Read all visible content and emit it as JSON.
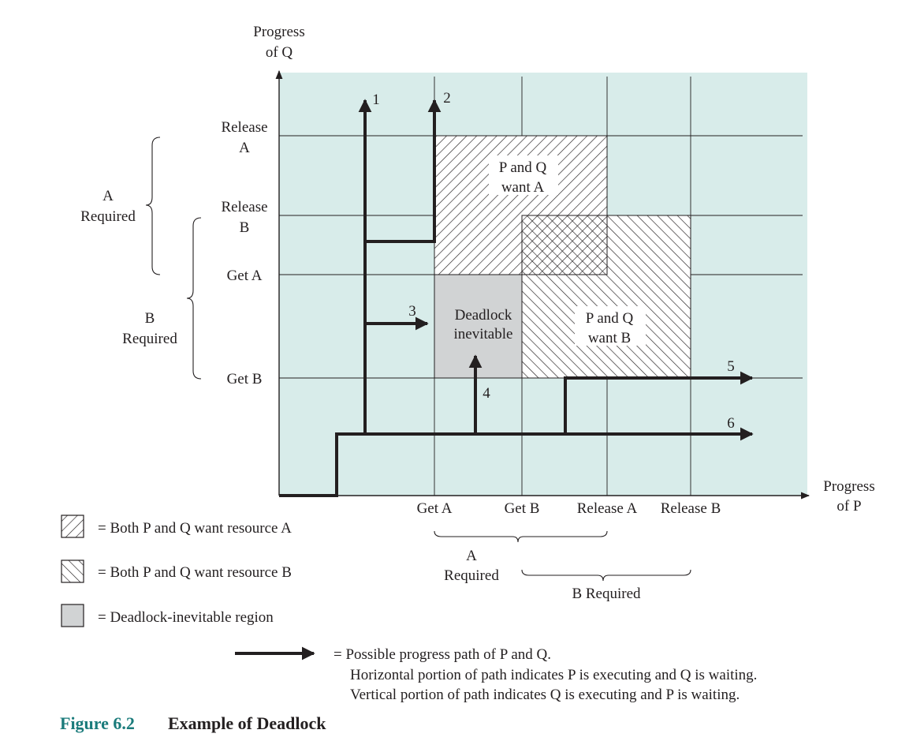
{
  "axes": {
    "y_title_line1": "Progress",
    "y_title_line2": "of Q",
    "x_title_line1": "Progress",
    "x_title_line2": "of P",
    "y_ticks": {
      "release_a_1": "Release",
      "release_a_2": "A",
      "release_b_1": "Release",
      "release_b_2": "B",
      "get_a": "Get A",
      "get_b": "Get B"
    },
    "x_ticks": {
      "get_a": "Get A",
      "get_b": "Get B",
      "release_a": "Release A",
      "release_b": "Release B"
    }
  },
  "braces": {
    "left_a_1": "A",
    "left_a_2": "Required",
    "left_b_1": "B",
    "left_b_2": "Required",
    "bottom_a_1": "A",
    "bottom_a_2": "Required",
    "bottom_b": "B Required"
  },
  "regions": {
    "want_a_1": "P and Q",
    "want_a_2": "want A",
    "want_b_1": "P and Q",
    "want_b_2": "want B",
    "deadlock_1": "Deadlock",
    "deadlock_2": "inevitable"
  },
  "paths": [
    "1",
    "2",
    "3",
    "4",
    "5",
    "6"
  ],
  "legend": {
    "want_a": "= Both P and Q want resource A",
    "want_b": "= Both P and Q want resource B",
    "deadlock": "= Deadlock-inevitable region",
    "path_1": "= Possible progress path of P and Q.",
    "path_2": "Horizontal portion of path indicates P is executing and Q is waiting.",
    "path_3": "Vertical portion of path indicates Q is executing and P is waiting."
  },
  "caption": {
    "number": "Figure 6.2",
    "title": "Example of Deadlock"
  },
  "colors": {
    "plot_background": "#d8ecea",
    "deadlock_fill": "#d1d3d4",
    "ink": "#231f20",
    "caption_accent": "#1a7b7b"
  }
}
